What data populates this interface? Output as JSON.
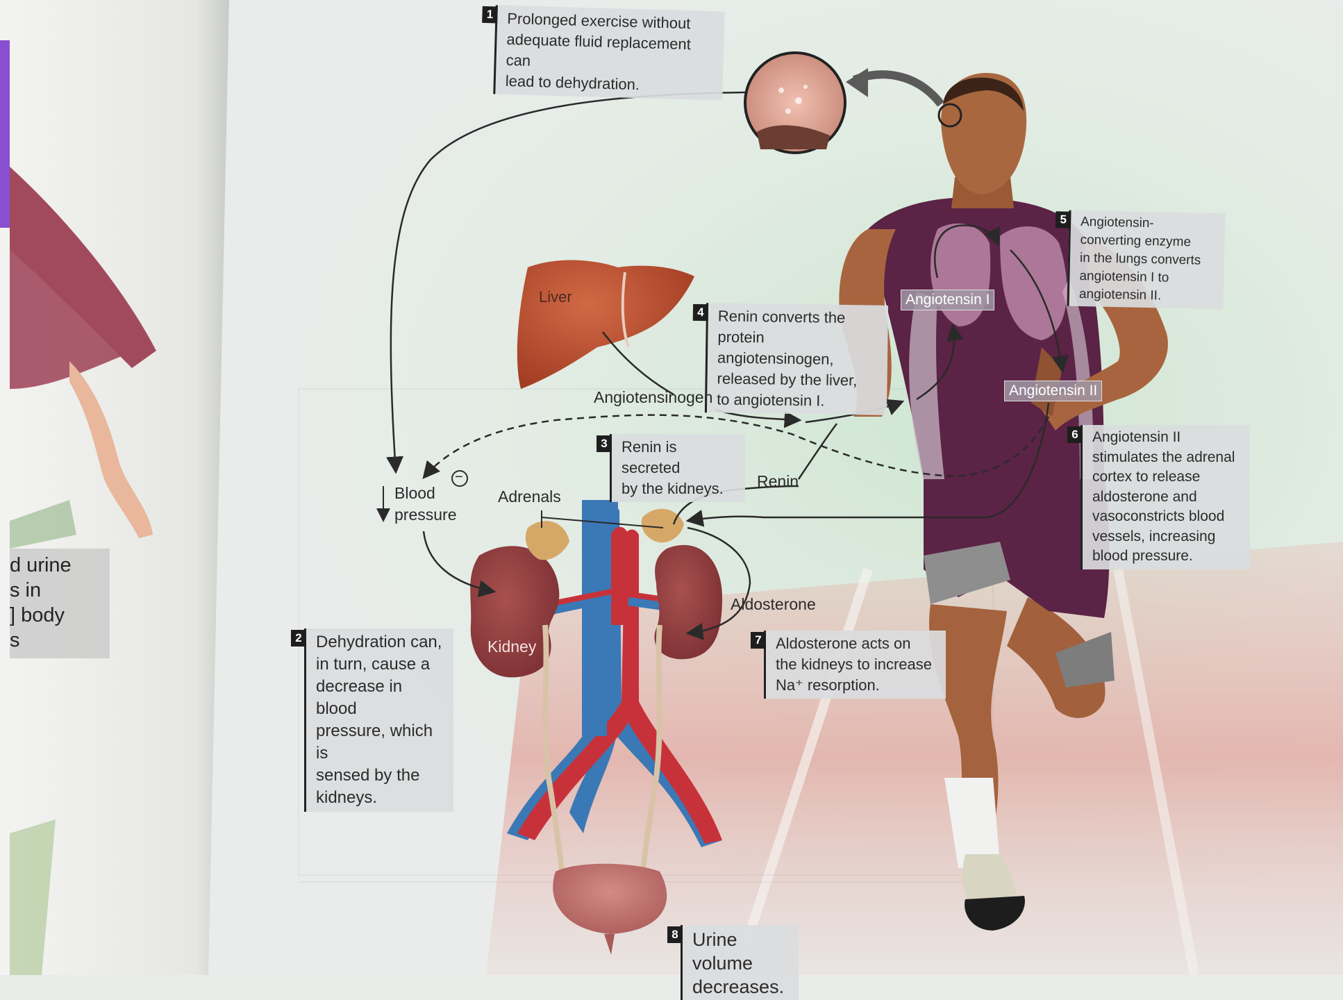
{
  "captions": [
    {
      "num": "1",
      "text": "Prolonged exercise without\nadequate fluid replacement can\nlead to dehydration."
    },
    {
      "num": "2",
      "text": "Dehydration can,\nin turn, cause a\ndecrease in blood\npressure, which is\nsensed by the\nkidneys."
    },
    {
      "num": "3",
      "text": "Renin is secreted\nby the kidneys."
    },
    {
      "num": "4",
      "text": "Renin converts the\nprotein angiotensinogen,\nreleased by the liver,\nto angiotensin I."
    },
    {
      "num": "5",
      "text": "Angiotensin-\nconverting enzyme\nin the lungs converts\nangiotensin I to\nangiotensin II."
    },
    {
      "num": "6",
      "text": "Angiotensin II\nstimulates the adrenal\ncortex to release\naldosterone and\nvasoconstricts blood\nvessels, increasing\nblood pressure."
    },
    {
      "num": "7",
      "text": "Aldosterone acts on\nthe kidneys to increase\nNa⁺ resorption."
    },
    {
      "num": "8",
      "text": "Urine volume\ndecreases."
    }
  ],
  "labels": {
    "liver": "Liver",
    "angiotensinogen": "Angiotensinogen",
    "renin": "Renin",
    "adrenals": "Adrenals",
    "blood_pressure": "Blood\npressure",
    "kidney": "Kidney",
    "aldosterone": "Aldosterone",
    "angiotensin_1": "Angiotensin I",
    "angiotensin_2": "Angiotensin II",
    "inhibition_symbol": "−"
  },
  "margin_text": "d urine\ns in\n] body\ns",
  "colors": {
    "caption_bg": "#dadcde",
    "number_box": "#1e1e1e",
    "kidney": "#8c3a3a",
    "adrenal": "#d6a868",
    "vein": "#3b78b6",
    "artery": "#c7323a",
    "liver": "#b8472c",
    "uniform": "#5b2345",
    "skin": "#b56c45",
    "track": "#e2a6a0",
    "accent_tab": "#8a4fd0"
  }
}
